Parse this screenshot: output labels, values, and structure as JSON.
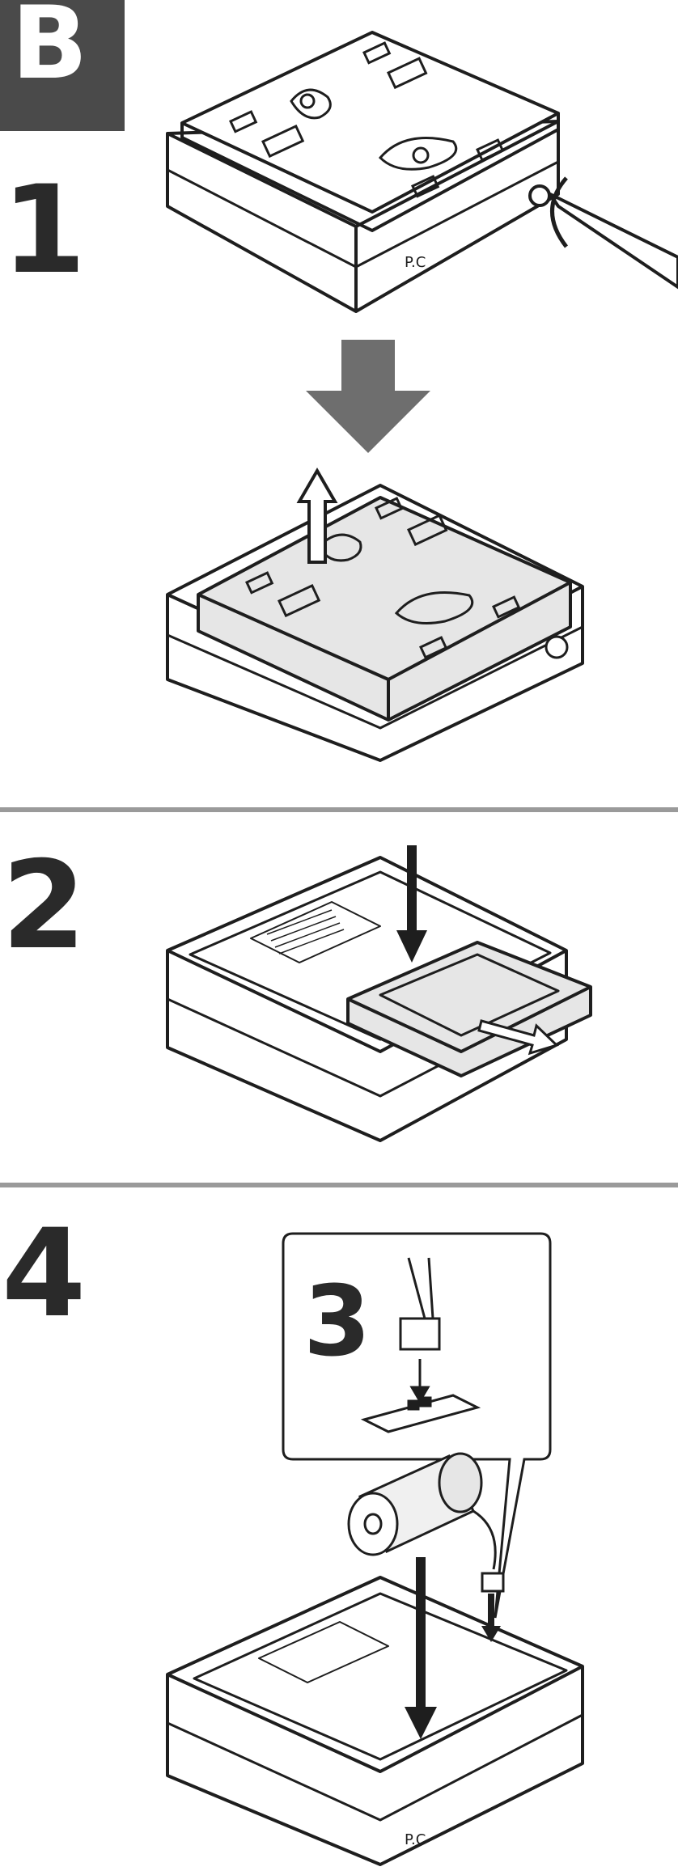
{
  "section_letter": "B",
  "steps": {
    "step1": "1",
    "step2": "2",
    "step3": "3",
    "step4": "4"
  },
  "housing_marking": "P.C",
  "colors": {
    "badge": "#4a4a4a",
    "rule": "#9a9a9a",
    "arrow": "#6e6e6e",
    "line": "#1e1e1e",
    "plate": "#e6e6e6"
  }
}
